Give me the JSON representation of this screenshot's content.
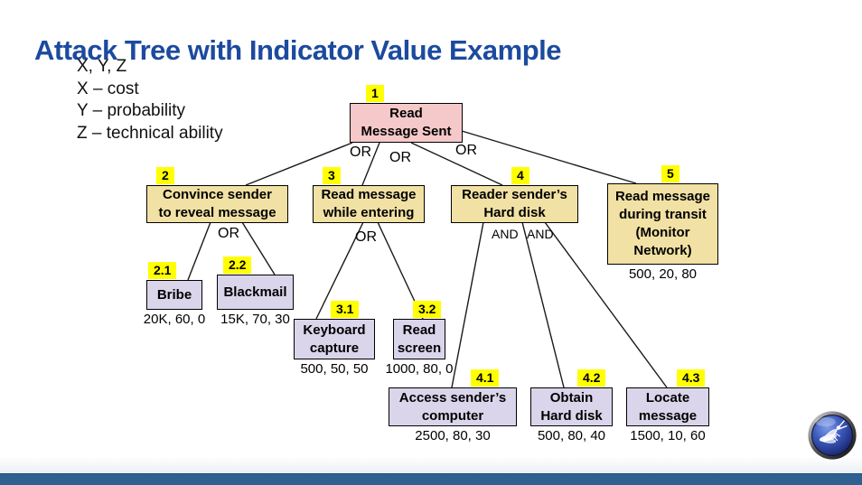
{
  "title": "Attack Tree with Indicator Value Example",
  "legend": [
    "X, Y, Z",
    "X – cost",
    "Y – probability",
    "Z – technical ability"
  ],
  "nodes": {
    "n1": {
      "tag": "1",
      "label": "Read\nMessage Sent"
    },
    "n2": {
      "tag": "2",
      "label": "Convince sender\nto reveal message"
    },
    "n3": {
      "tag": "3",
      "label": "Read message\nwhile entering"
    },
    "n4": {
      "tag": "4",
      "label": "Reader sender’s\nHard disk"
    },
    "n5": {
      "tag": "5",
      "label": "Read message\nduring transit\n(Monitor\nNetwork)",
      "values": "500, 20, 80"
    },
    "n21": {
      "tag": "2.1",
      "label": "Bribe",
      "values": "20K, 60, 0"
    },
    "n22": {
      "tag": "2.2",
      "label": "Blackmail",
      "values": "15K, 70, 30"
    },
    "n31": {
      "tag": "3.1",
      "label": "Keyboard\ncapture",
      "values": "500, 50, 50"
    },
    "n32": {
      "tag": "3.2",
      "label": "Read\nscreen",
      "values": "1000, 80, 0"
    },
    "n41": {
      "tag": "4.1",
      "label": "Access sender’s\ncomputer",
      "values": "2500, 80, 30"
    },
    "n42": {
      "tag": "4.2",
      "label": "Obtain\nHard disk",
      "values": "500, 80, 40"
    },
    "n43": {
      "tag": "4.3",
      "label": "Locate\nmessage",
      "values": "1500, 10, 60"
    }
  },
  "edge_labels": {
    "root_or_1": "OR",
    "root_or_2": "OR",
    "root_or_3": "OR",
    "n2_or": "OR",
    "n3_or": "OR",
    "n4_and_1": "AND",
    "n4_and_2": "AND"
  },
  "edges": [
    {
      "from": "1",
      "to": "2",
      "gate": "OR"
    },
    {
      "from": "1",
      "to": "3",
      "gate": "OR"
    },
    {
      "from": "1",
      "to": "4",
      "gate": "OR"
    },
    {
      "from": "1",
      "to": "5",
      "gate": "OR"
    },
    {
      "from": "2",
      "to": "2.1",
      "gate": "OR"
    },
    {
      "from": "2",
      "to": "2.2",
      "gate": "OR"
    },
    {
      "from": "3",
      "to": "3.1",
      "gate": "OR"
    },
    {
      "from": "3",
      "to": "3.2",
      "gate": "OR"
    },
    {
      "from": "4",
      "to": "4.1",
      "gate": "AND"
    },
    {
      "from": "4",
      "to": "4.2",
      "gate": "AND"
    },
    {
      "from": "4",
      "to": "4.3",
      "gate": "AND"
    }
  ],
  "colors": {
    "title": "#1c4a9e",
    "root_node_fill": "#f5c8ca",
    "branch_node_fill": "#f1e1a4",
    "leaf_node_fill": "#dad5ea",
    "tag_fill": "#ffff00",
    "footer_bar": "#2e6191"
  },
  "footer": {
    "logo": "owasp-wasp-logo"
  }
}
